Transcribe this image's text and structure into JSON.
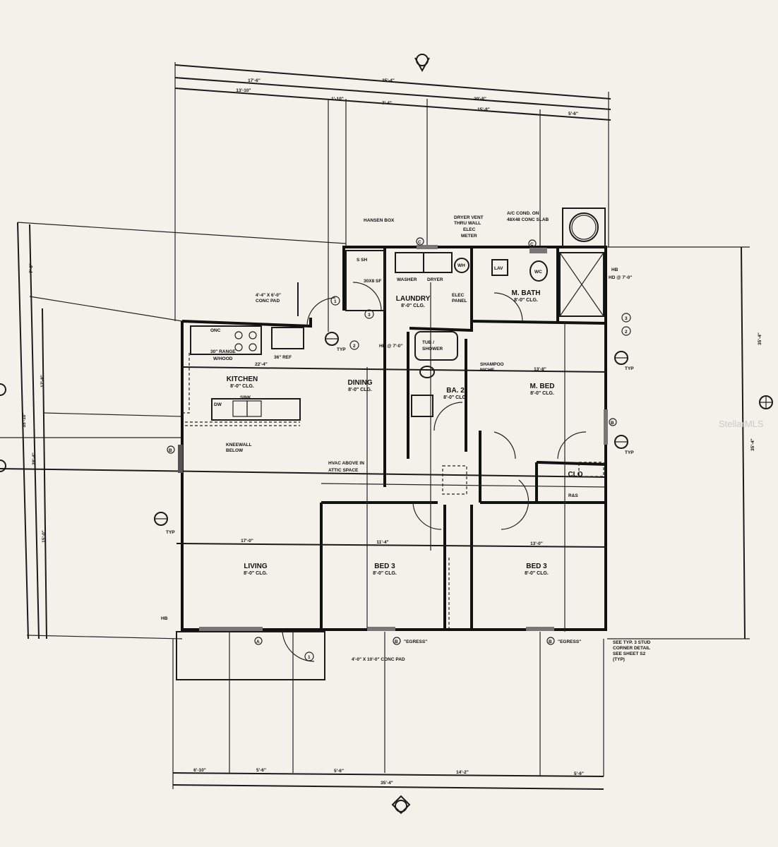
{
  "rooms": {
    "laundry": {
      "name": "LAUNDRY",
      "ceiling": "8'-0\" CLG."
    },
    "master_bath": {
      "name": "M. BATH",
      "ceiling": "8'-0\" CLG."
    },
    "kitchen": {
      "name": "KITCHEN",
      "ceiling": "8'-0\" CLG."
    },
    "dining": {
      "name": "DINING",
      "ceiling": "8'-0\" CLG."
    },
    "master_bed": {
      "name": "M. BED",
      "ceiling": "8'-0\" CLG."
    },
    "bath2": {
      "name": "BA. 2",
      "ceiling": "8'-0\" CLG."
    },
    "living": {
      "name": "LIVING",
      "ceiling": "8'-0\" CLG."
    },
    "bed2": {
      "name": "BED 3",
      "ceiling": "8'-0\" CLG."
    },
    "bed3": {
      "name": "BED 3",
      "ceiling": "8'-0\" CLG."
    },
    "closet": {
      "name": "CLO"
    }
  },
  "notes": {
    "hansen_box": "HANSEN BOX",
    "dryer_vent_1": "DRYER VENT",
    "dryer_vent_2": "THRU WALL",
    "elec_meter_1": "ELEC",
    "elec_meter_2": "METER",
    "ac_1": "A/C COND. ON",
    "ac_2": "48X48 CONC SLAB",
    "conc_pad_1": "4'-4\" X 6'-0\"",
    "conc_pad_2": "CONC PAD",
    "washer": "WASHER",
    "dryer": "DRYER",
    "wh": "WH",
    "lav": "LAV",
    "wc": "WC",
    "elec_panel_1": "ELEC",
    "elec_panel_2": "PANEL",
    "tub_1": "TUB /",
    "tub_2": "SHOWER",
    "hd_1": "HD @ 7'-0\"",
    "hd_2": "HD @ 7'-0\"",
    "hb": "HB",
    "hb2": "HB",
    "shampoo_1": "SHAMPOO",
    "shampoo_2": "NICHE",
    "range_1": "30\" RANGE",
    "range_2": "W/HOOD",
    "ref": "36\" REF",
    "dw": "DW",
    "sink": "SINK",
    "kneewall_1": "KNEEWALL",
    "kneewall_2": "BELOW",
    "hvac_1": "HVAC ABOVE IN",
    "hvac_2": "ATTIC SPACE",
    "front_pad": "4'-0\" X 10'-0\" CONC PAD",
    "stud_1": "SEE TYP. 3 STUD",
    "stud_2": "CORNER DETAIL",
    "stud_3": "SEE SHEET S2",
    "stud_4": "(TYP)",
    "egress_1": "\"EGRESS\"",
    "egress_2": "\"EGRESS\"",
    "shelf": "R&S",
    "sh": "S SH",
    "fp": "30X8 SF",
    "onc": "ONC"
  },
  "dimensions": {
    "top_overall": "35'-4\"",
    "top_a": "17'-6\"",
    "top_b": "13'-10\"",
    "top_c": "1'-10\"",
    "top_d": "20'-8\"",
    "top_e": "7'-4\"",
    "top_f": "15'-8\"",
    "top_g": "5'-6\"",
    "bottom_overall": "35'-4\"",
    "bottom_a": "6'-10\"",
    "bottom_b": "5'-6\"",
    "bottom_c": "5'-6\"",
    "bottom_d": "14'-2\"",
    "bottom_e": "5'-6\"",
    "left_a": "7'-6\"",
    "left_b": "17'-8\"",
    "left_c": "35'-10\"",
    "left_d": "28'-4\"",
    "left_e": "15'-0\"",
    "right": "35'-4\"",
    "living_w": "17'-0\"",
    "bed2_w": "11'-4\"",
    "bed3_w": "13'-0\"",
    "kitchen_w": "22'-4\"",
    "mbed_w": "13'-8\""
  },
  "tags": {
    "window_a": "A",
    "window_b": "B",
    "window_c": "C",
    "door_1": "1",
    "door_2": "2",
    "door_3": "3",
    "typ": "TYP"
  },
  "watermark": "StellarMLS"
}
